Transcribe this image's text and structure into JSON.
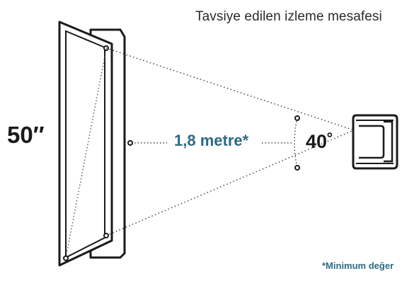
{
  "title": "Tavsiye edilen izleme mesafesi",
  "screen_size": "50″",
  "distance": "1,8 metre*",
  "angle": "40˚",
  "footnote": "*Minimum değer",
  "colors": {
    "accent": "#2e6a82",
    "outline": "#1a1a1a",
    "dotted_line": "#444444",
    "background": "#ffffff"
  },
  "icons": [
    "tv-icon",
    "armchair-icon"
  ]
}
